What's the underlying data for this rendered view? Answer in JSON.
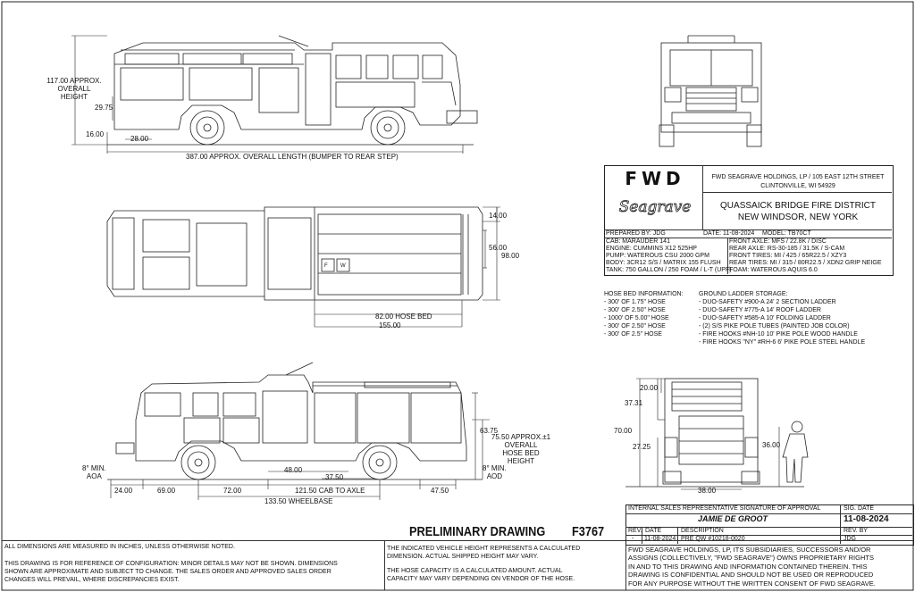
{
  "dims": {
    "overall_height": "117.00 APPROX.\nOVERALL\nHEIGHT",
    "d_29_75": "29.75",
    "d_16": "16.00",
    "d_28": "28.00",
    "overall_length": "387.00 APPROX. OVERALL LENGTH (BUMPER TO REAR STEP)",
    "d_14": "14.00",
    "d_56": "56.00",
    "d_98": "98.00",
    "hose_bed": "82.00 HOSE BED",
    "d_155": "155.00",
    "d_63_75": "63.75",
    "hose_bed_height": "75.50 APPROX.±1\nOVERALL\nHOSE BED\nHEIGHT",
    "aoa": "8° MIN.\nAOA",
    "aod": "8° MIN.\nAOD",
    "d_48": "48.00",
    "d_37_50": "37.50",
    "d_24": "24.00",
    "d_69": "69.00",
    "d_72": "72.00",
    "cab_to_axle": "121.50 CAB TO AXLE",
    "d_47_50": "47.50",
    "wheelbase": "133.50 WHEELBASE",
    "d_20": "20.00",
    "d_37_31": "37.31",
    "d_70": "70.00",
    "d_27_25": "27.25",
    "d_36": "36.00",
    "d_38": "38.00",
    "plan_f": "F",
    "plan_w": "W"
  },
  "company": {
    "logo_text": "FWD",
    "script_logo": "Seagrave",
    "address": "FWD SEAGRAVE HOLDINGS, LP / 105 EAST 12TH STREET\nCLINTONVILLE, WI 54929",
    "customer": "QUASSAICK BRIDGE FIRE DISTRICT\nNEW WINDSOR, NEW YORK"
  },
  "specs": {
    "prepared_by": "PREPARED BY: JDG",
    "date": "DATE: 11-08-2024",
    "model": "MODEL: TB70CT",
    "left": [
      "CAB: MARAUDER 141",
      "ENGINE: CUMMINS X12 525HP",
      "PUMP: WATEROUS CSU 2000 GPM",
      "BODY: 3CR12 S/S / MATRIX 155 FLUSH",
      "TANK: 750 GALLON / 250 FOAM / L-T (UPF)"
    ],
    "right": [
      "FRONT AXLE: MFS / 22.8K / DISC",
      "REAR AXLE: RS-30-185 / 31.5K / S-CAM",
      "FRONT TIRES: MI / 425 / 65R22.5 / XZY3",
      "REAR TIRES: MI / 315 / 80R22.5 / XDN2 GRIP NEIGE",
      "FOAM: WATEROUS AQUIS 6.0"
    ]
  },
  "hose_bed_info": {
    "title": "HOSE BED INFORMATION:",
    "items": [
      "- 300' OF 1.75\" HOSE",
      "- 300' OF 2.50\" HOSE",
      "- 1000' OF 5.00\" HOSE",
      "- 300' OF 2.50\" HOSE",
      "- 300' OF 2.5\" HOSE"
    ]
  },
  "ladder_storage": {
    "title": "GROUND LADDER STORAGE:",
    "items": [
      "- DUO-SAFETY #900-A 24' 2 SECTION LADDER",
      "- DUO-SAFETY #775-A 14' ROOF LADDER",
      "- DUO-SAFETY #585-A 10' FOLDING LADDER",
      "- (2) S/S PIKE POLE TUBES (PAINTED JOB COLOR)",
      "- FIRE HOOKS #NH-10 10' PIKE POLE WOOD HANDLE",
      "- FIRE HOOKS \"NY\" #RH-6 6' PIKE POLE STEEL HANDLE"
    ]
  },
  "title_block": {
    "preliminary": "PRELIMINARY DRAWING",
    "drawing_no": "F3767",
    "approval_label": "INTERNAL SALES REPRESENTATIVE SIGNATURE OF APPROVAL",
    "sig_date_label": "SIG. DATE",
    "approver": "JAMIE DE GROOT",
    "sig_date": "11-08-2024",
    "rev_label": "REV.",
    "date_label": "DATE",
    "description_label": "DESCRIPTION",
    "rev_by_label": "REV. BY",
    "rev": "-",
    "rev_date": "11-08-2024",
    "description": "PRE QW #10218-0020",
    "rev_by": "JDG"
  },
  "footer": {
    "dimensions_note": "ALL DIMENSIONS ARE MEASURED IN INCHES, UNLESS OTHERWISE NOTED.",
    "reference_note": "THIS DRAWING IS FOR REFERENCE OF CONFIGURATION: MINOR DETAILS MAY NOT BE SHOWN.  DIMENSIONS\nSHOWN ARE APPROXIMATE AND SUBJECT TO CHANGE.  THE SALES ORDER AND APPROVED SALES ORDER\nCHANGES WILL PREVAIL, WHERE DISCREPANCIES EXIST.",
    "height_note": "THE INDICATED VEHICLE HEIGHT REPRESENTS A CALCULATED\nDIMENSION.  ACTUAL SHIPPED HEIGHT MAY VARY.",
    "hose_note": "THE HOSE CAPACITY IS A CALCULATED AMOUNT.  ACTUAL\nCAPACITY MAY VARY DEPENDING ON  VENDOR OF THE HOSE.",
    "proprietary": "FWD SEAGRAVE HOLDINGS, LP, ITS SUBSIDIARIES, SUCCESSORS AND/OR\nASSIGNS (COLLECTIVELY, \"FWD SEAGRAVE\") OWNS PROPRIETARY RIGHTS\nIN AND TO THIS DRAWING AND INFORMATION CONTAINED THEREIN. THIS\nDRAWING IS CONFIDENTIAL AND SHOULD NOT BE USED OR REPRODUCED\nFOR ANY PURPOSE WITHOUT THE WRITTEN CONSENT OF  FWD SEAGRAVE."
  }
}
